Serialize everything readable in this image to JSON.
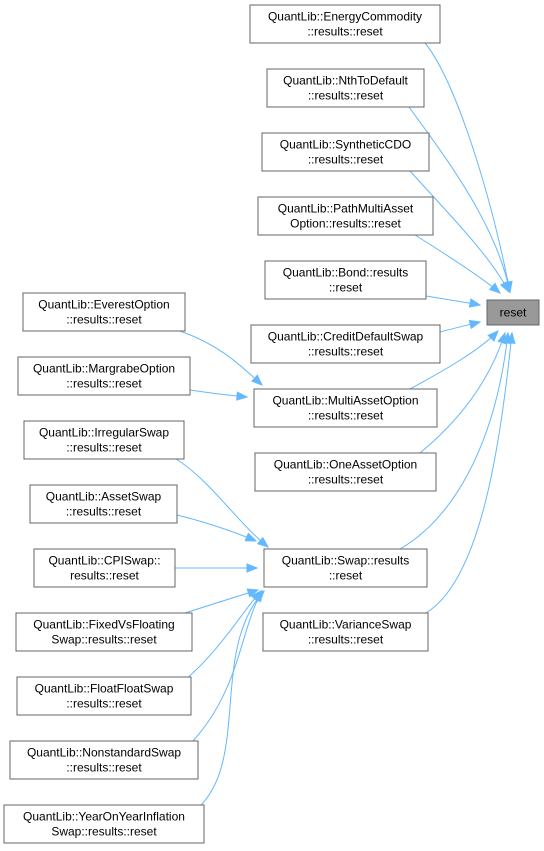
{
  "graph": {
    "root": {
      "id": "reset",
      "lines": [
        "reset"
      ]
    },
    "nodes": [
      {
        "id": "energy",
        "lines": [
          "QuantLib::EnergyCommodity",
          "::results::reset"
        ]
      },
      {
        "id": "nth",
        "lines": [
          "QuantLib::NthToDefault",
          "::results::reset"
        ]
      },
      {
        "id": "cdo",
        "lines": [
          "QuantLib::SyntheticCDO",
          "::results::reset"
        ]
      },
      {
        "id": "pathmulti",
        "lines": [
          "QuantLib::PathMultiAsset",
          "Option::results::reset"
        ]
      },
      {
        "id": "bond",
        "lines": [
          "QuantLib::Bond::results",
          "::reset"
        ]
      },
      {
        "id": "cds",
        "lines": [
          "QuantLib::CreditDefaultSwap",
          "::results::reset"
        ]
      },
      {
        "id": "multi",
        "lines": [
          "QuantLib::MultiAssetOption",
          "::results::reset"
        ]
      },
      {
        "id": "oneasset",
        "lines": [
          "QuantLib::OneAssetOption",
          "::results::reset"
        ]
      },
      {
        "id": "swap",
        "lines": [
          "QuantLib::Swap::results",
          "::reset"
        ]
      },
      {
        "id": "variance",
        "lines": [
          "QuantLib::VarianceSwap",
          "::results::reset"
        ]
      },
      {
        "id": "everest",
        "lines": [
          "QuantLib::EverestOption",
          "::results::reset"
        ]
      },
      {
        "id": "margrabe",
        "lines": [
          "QuantLib::MargrabeOption",
          "::results::reset"
        ]
      },
      {
        "id": "irregular",
        "lines": [
          "QuantLib::IrregularSwap",
          "::results::reset"
        ]
      },
      {
        "id": "assetswap",
        "lines": [
          "QuantLib::AssetSwap",
          "::results::reset"
        ]
      },
      {
        "id": "cpiswap",
        "lines": [
          "QuantLib::CPISwap::",
          "results::reset"
        ]
      },
      {
        "id": "fixedvsfloat",
        "lines": [
          "QuantLib::FixedVsFloating",
          "Swap::results::reset"
        ]
      },
      {
        "id": "floatfloat",
        "lines": [
          "QuantLib::FloatFloatSwap",
          "::results::reset"
        ]
      },
      {
        "id": "nonstandard",
        "lines": [
          "QuantLib::NonstandardSwap",
          "::results::reset"
        ]
      },
      {
        "id": "yoy",
        "lines": [
          "QuantLib::YearOnYearInflation",
          "Swap::results::reset"
        ]
      }
    ],
    "edges": [
      {
        "from": "energy",
        "to": "reset"
      },
      {
        "from": "nth",
        "to": "reset"
      },
      {
        "from": "cdo",
        "to": "reset"
      },
      {
        "from": "pathmulti",
        "to": "reset"
      },
      {
        "from": "bond",
        "to": "reset"
      },
      {
        "from": "cds",
        "to": "reset"
      },
      {
        "from": "multi",
        "to": "reset"
      },
      {
        "from": "oneasset",
        "to": "reset"
      },
      {
        "from": "swap",
        "to": "reset"
      },
      {
        "from": "variance",
        "to": "reset"
      },
      {
        "from": "everest",
        "to": "multi"
      },
      {
        "from": "margrabe",
        "to": "multi"
      },
      {
        "from": "irregular",
        "to": "swap"
      },
      {
        "from": "assetswap",
        "to": "swap"
      },
      {
        "from": "cpiswap",
        "to": "swap"
      },
      {
        "from": "fixedvsfloat",
        "to": "swap"
      },
      {
        "from": "floatfloat",
        "to": "swap"
      },
      {
        "from": "nonstandard",
        "to": "swap"
      },
      {
        "from": "yoy",
        "to": "swap"
      }
    ]
  },
  "colors": {
    "edge": "#63b8ff",
    "node_border": "#666666",
    "root_fill": "#999999"
  }
}
